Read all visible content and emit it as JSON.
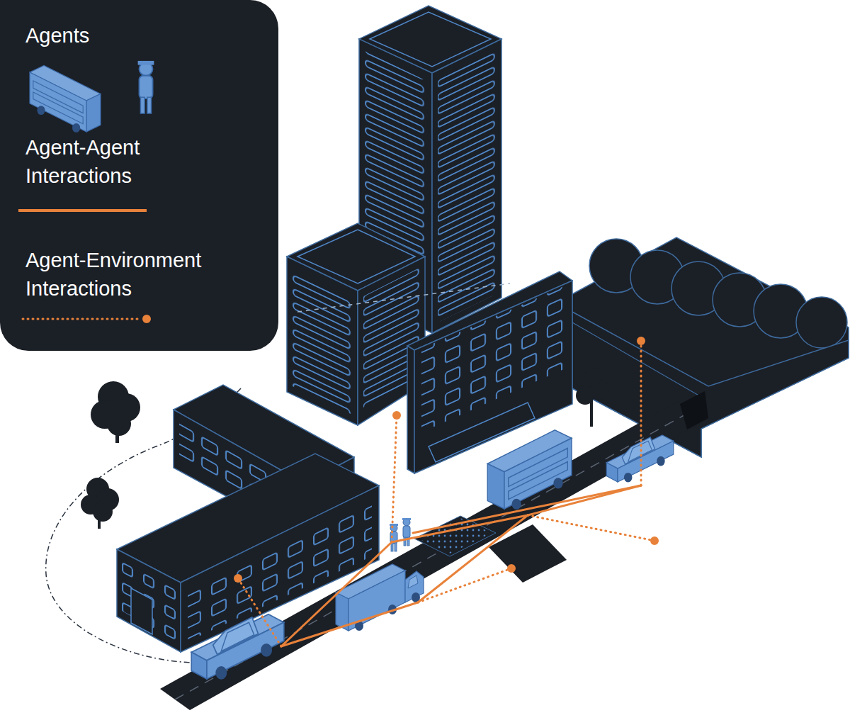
{
  "diagram": {
    "legend": [
      {
        "text": "Agents"
      },
      {
        "text": "Agent-Agent Interactions"
      },
      {
        "text": "Agent-Environment Interactions"
      }
    ]
  }
}
